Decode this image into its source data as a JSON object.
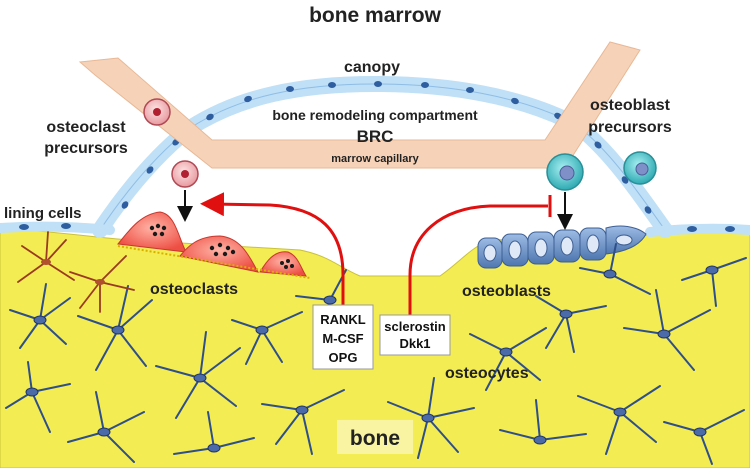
{
  "title": "bone marrow",
  "labels": {
    "canopy": "canopy",
    "compartment": "bone remodeling compartment",
    "brc": "BRC",
    "capillary": "marrow capillary",
    "osteoclast_precursors": [
      "osteoclast",
      "precursors"
    ],
    "osteoblast_precursors": [
      "osteoblast",
      "precursors"
    ],
    "lining_cells": "lining cells",
    "osteoclasts": "osteoclasts",
    "osteoblasts": "osteoblasts",
    "osteocytes": "osteocytes",
    "bone": "bone"
  },
  "signal_boxes": {
    "osteoclast_signals": [
      "RANKL",
      "M-CSF",
      "OPG"
    ],
    "osteoblast_signals": [
      "sclerostin",
      "Dkk1"
    ]
  },
  "colors": {
    "bone": "#f3ec52",
    "capillary": "#f6d3b8",
    "canopy_cells": "#bfe0f6",
    "osteoclast": "#f26a5c",
    "osteoblast": "#5e8cc4",
    "osteocyte": "#2f4f8a",
    "lining_osteocyte": "#9a3a22",
    "arrow_red": "#e01010",
    "precursor_osteoclast": "#f2b8bc",
    "precursor_osteoblast": "#4cc3c8"
  }
}
